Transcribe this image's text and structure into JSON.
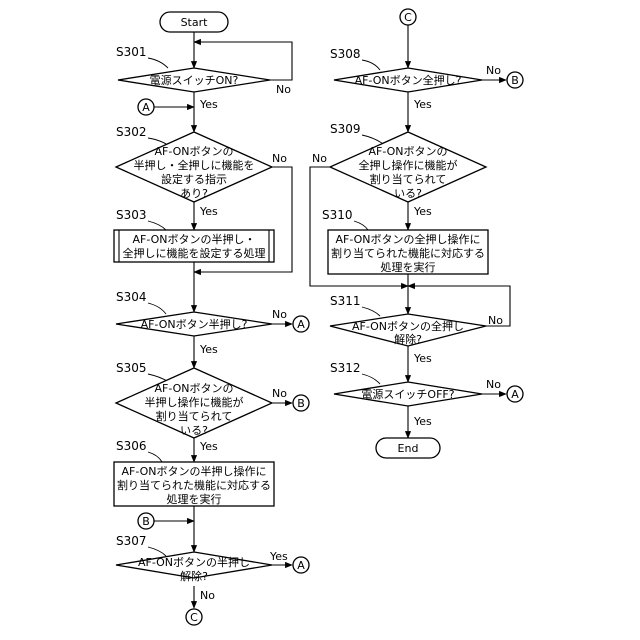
{
  "terminals": {
    "start": "Start",
    "end": "End"
  },
  "connectors": {
    "a": "A",
    "b": "B",
    "c": "C"
  },
  "steps": {
    "s301": {
      "label": "S301",
      "lines": [
        "電源スイッチON?"
      ]
    },
    "s302": {
      "label": "S302",
      "lines": [
        "AF-ONボタンの",
        "半押し・全押しに機能を",
        "設定する指示",
        "あり?"
      ]
    },
    "s303": {
      "label": "S303",
      "lines": [
        "AF-ONボタンの半押し・",
        "全押しに機能を設定する処理"
      ]
    },
    "s304": {
      "label": "S304",
      "lines": [
        "AF-ONボタン半押し?"
      ]
    },
    "s305": {
      "label": "S305",
      "lines": [
        "AF-ONボタンの",
        "半押し操作に機能が",
        "割り当てられて",
        "いる?"
      ]
    },
    "s306": {
      "label": "S306",
      "lines": [
        "AF-ONボタンの半押し操作に",
        "割り当てられた機能に対応する",
        "処理を実行"
      ]
    },
    "s307": {
      "label": "S307",
      "lines": [
        "AF-ONボタンの半押し",
        "解除?"
      ]
    },
    "s308": {
      "label": "S308",
      "lines": [
        "AF-ONボタン全押し?"
      ]
    },
    "s309": {
      "label": "S309",
      "lines": [
        "AF-ONボタンの",
        "全押し操作に機能が",
        "割り当てられて",
        "いる?"
      ]
    },
    "s310": {
      "label": "S310",
      "lines": [
        "AF-ONボタンの全押し操作に",
        "割り当てられた機能に対応する",
        "処理を実行"
      ]
    },
    "s311": {
      "label": "S311",
      "lines": [
        "AF-ONボタンの全押し",
        "解除?"
      ]
    },
    "s312": {
      "label": "S312",
      "lines": [
        "電源スイッチOFF?"
      ]
    }
  },
  "edge_labels": {
    "yes": "Yes",
    "no": "No"
  }
}
